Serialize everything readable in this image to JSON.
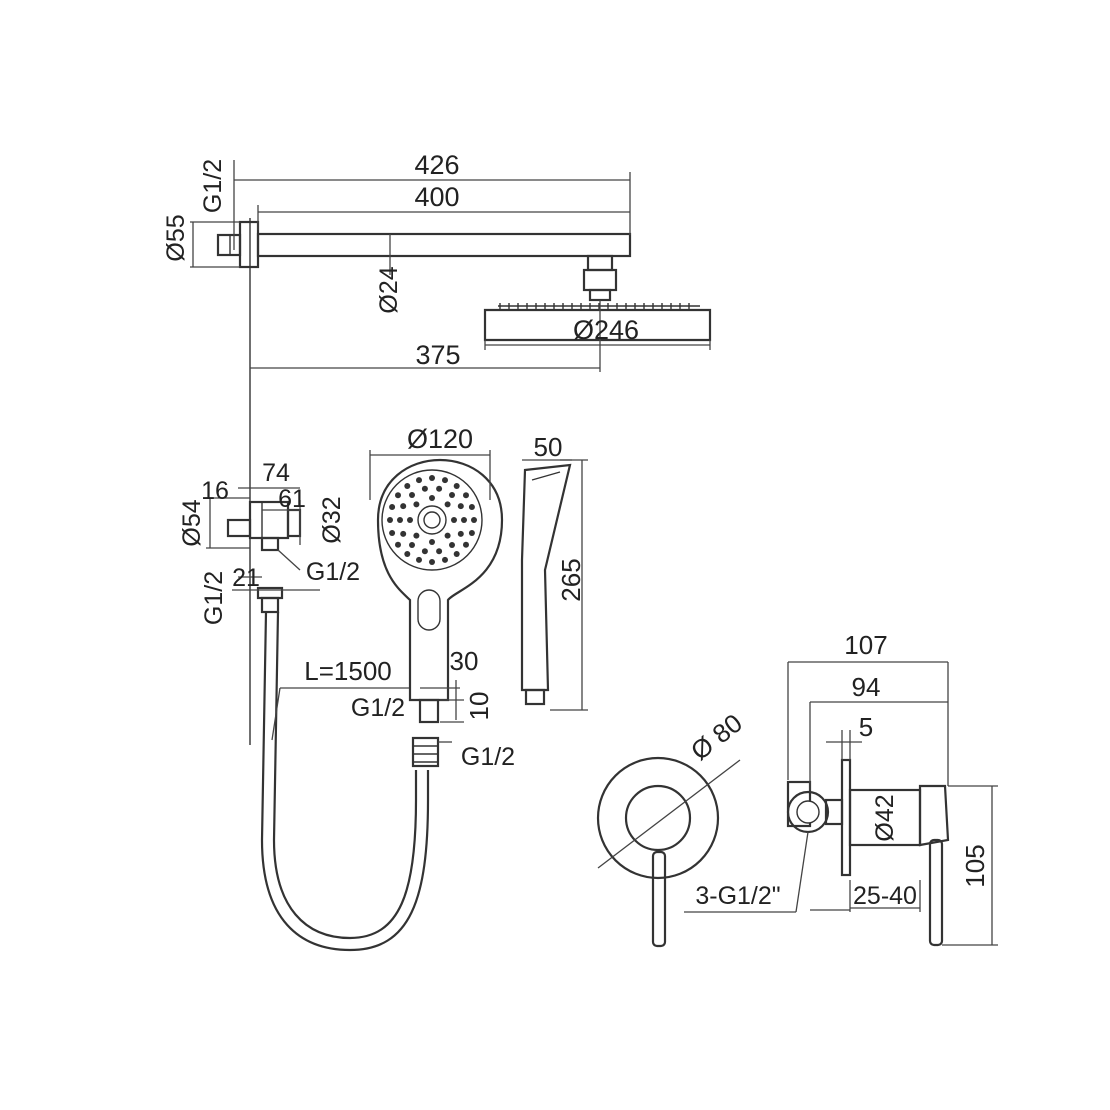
{
  "colors": {
    "stroke": "#333333",
    "background": "#ffffff"
  },
  "shower_arm": {
    "total_length": "426",
    "arm_length": "400",
    "thread": "G1/2",
    "flange_diameter": "Ø55",
    "tube_diameter": "Ø24",
    "head_offset": "375",
    "head_diameter": "Ø246"
  },
  "wall_outlet": {
    "width": "74",
    "left_offset": "16",
    "mid_offset": "61",
    "height": "Ø54",
    "outlet_diameter": "Ø32",
    "depth": "21",
    "thread_side": "G1/2",
    "thread_bottom": "G1/2"
  },
  "hose": {
    "length": "L=1500",
    "thread_end": "G1/2"
  },
  "hand_shower": {
    "face_diameter": "Ø120",
    "thickness": "50",
    "length": "265",
    "handle_width": "30",
    "thread_length": "10",
    "thread": "G1/2"
  },
  "mixer": {
    "plate_diameter": "Ø 80",
    "depth_total": "107",
    "depth_body": "94",
    "plate_thickness": "5",
    "body_diameter": "Ø42",
    "inlets": "3-G1/2\"",
    "install_depth": "25-40",
    "height": "105"
  }
}
